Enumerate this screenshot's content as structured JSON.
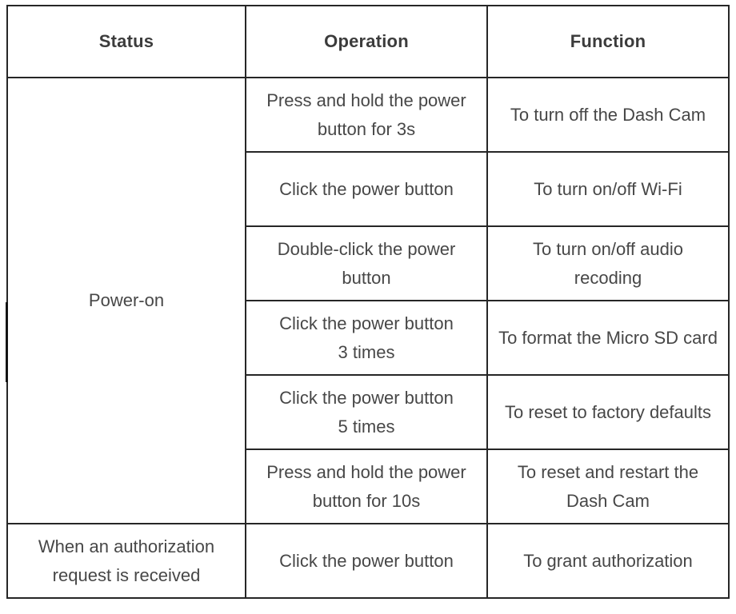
{
  "table": {
    "columns": [
      "Status",
      "Operation",
      "Function"
    ],
    "groups": [
      {
        "status": "Power-on",
        "rows": [
          {
            "operation": "Press and hold the power\nbutton for 3s",
            "function": "To turn off the Dash Cam"
          },
          {
            "operation": "Click the power button",
            "function": "To turn on/off Wi-Fi"
          },
          {
            "operation": "Double-click the power\nbutton",
            "function": "To turn on/off audio\nrecoding"
          },
          {
            "operation": "Click the power button\n3 times",
            "function": "To format the Micro SD card"
          },
          {
            "operation": "Click the power button\n5 times",
            "function": "To reset to factory defaults"
          },
          {
            "operation": "Press and hold the power\nbutton for 10s",
            "function": "To reset and restart the\nDash Cam"
          }
        ]
      },
      {
        "status": "When an authorization\nrequest is received",
        "rows": [
          {
            "operation": "Click the power button",
            "function": "To grant authorization"
          }
        ]
      }
    ]
  },
  "colors": {
    "border": "#262626",
    "header_text": "#3c3c3c",
    "body_text": "#474747",
    "background": "#ffffff"
  }
}
